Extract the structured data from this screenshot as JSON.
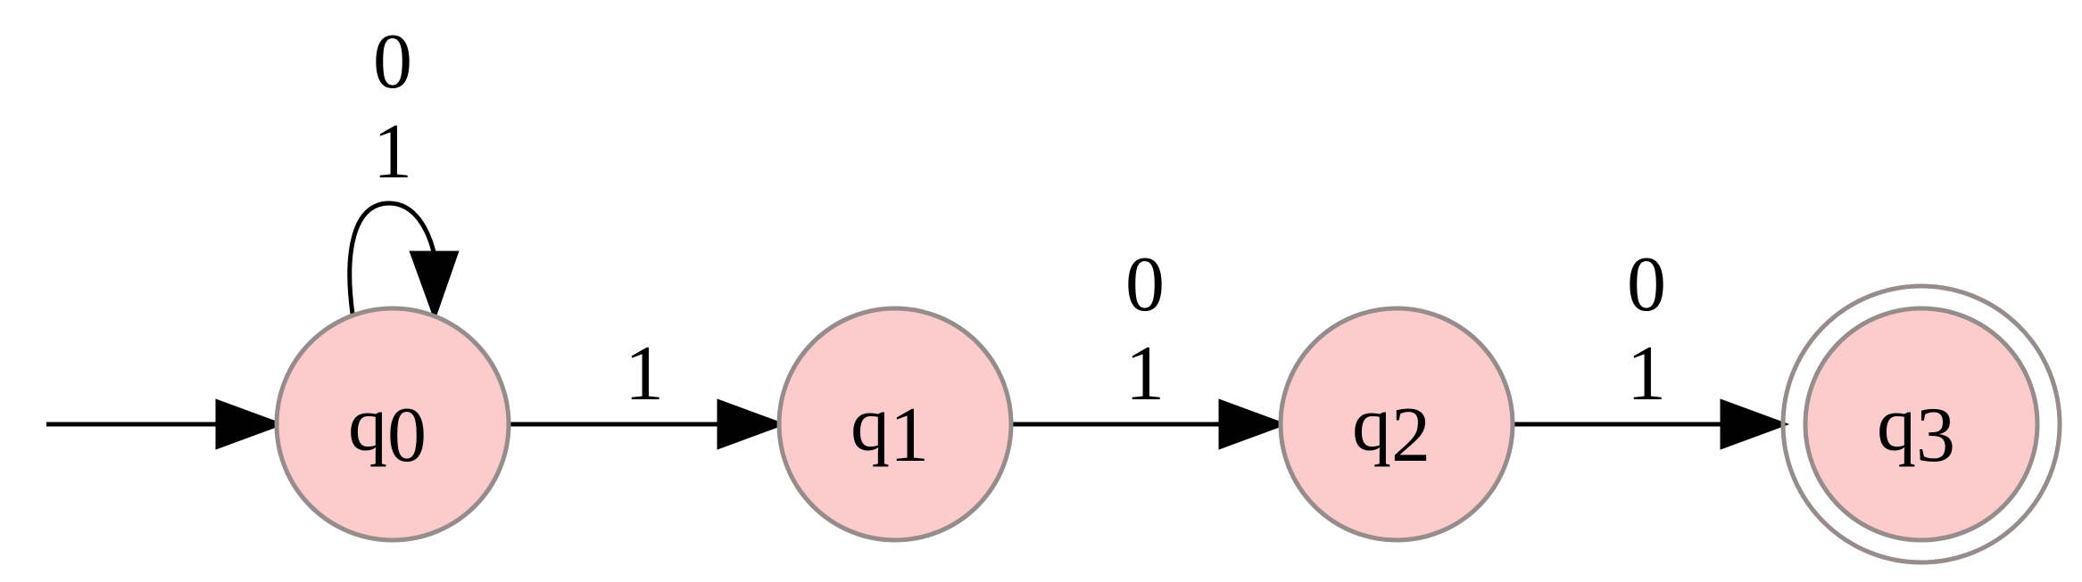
{
  "automaton": {
    "states": [
      {
        "id": "q0",
        "letter": "q",
        "subscript": "0",
        "accepting": false,
        "initial": true
      },
      {
        "id": "q1",
        "letter": "q",
        "subscript": "1",
        "accepting": false,
        "initial": false
      },
      {
        "id": "q2",
        "letter": "q",
        "subscript": "2",
        "accepting": false,
        "initial": false
      },
      {
        "id": "q3",
        "letter": "q",
        "subscript": "3",
        "accepting": true,
        "initial": false
      }
    ],
    "transitions": [
      {
        "from": "q0",
        "to": "q0",
        "symbols": [
          "0",
          "1"
        ]
      },
      {
        "from": "q0",
        "to": "q1",
        "symbols": [
          "1"
        ]
      },
      {
        "from": "q1",
        "to": "q2",
        "symbols": [
          "0",
          "1"
        ]
      },
      {
        "from": "q2",
        "to": "q3",
        "symbols": [
          "0",
          "1"
        ]
      }
    ]
  },
  "colors": {
    "state_fill": "#fccbcb",
    "state_stroke": "#968c8c",
    "edge": "#000000"
  }
}
